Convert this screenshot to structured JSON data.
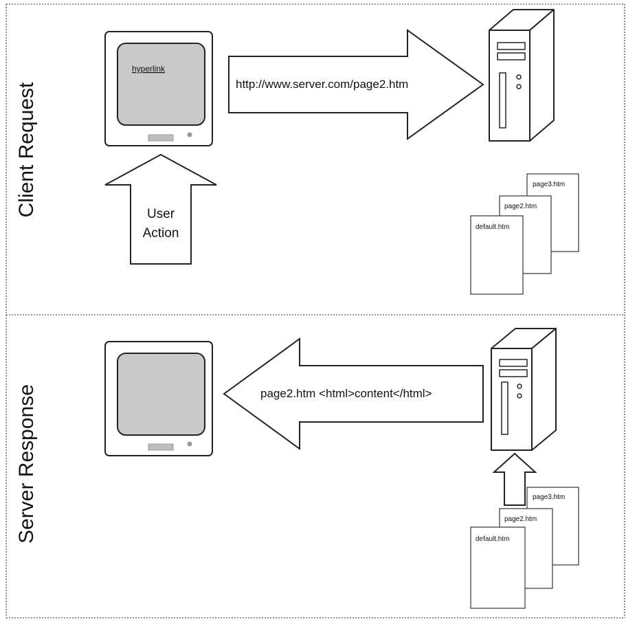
{
  "sections": {
    "request": "Client Request",
    "response": "Server Response"
  },
  "request": {
    "screen_link": "hyperlink",
    "url": "http://www.server.com/page2.htm",
    "user_action_line1": "User",
    "user_action_line2": "Action"
  },
  "response": {
    "payload": "page2.htm <html>content</html>"
  },
  "files": {
    "file1": "default.htm",
    "file2": "page2.htm",
    "file3": "page3.htm"
  }
}
